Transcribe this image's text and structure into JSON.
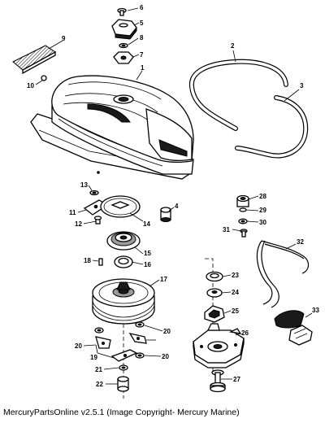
{
  "footer": {
    "text": "MercuryPartsOnline v2.5.1 (Image Copyright- Mercury Marine)"
  },
  "callouts": [
    {
      "id": "c6",
      "text": "6"
    },
    {
      "id": "c5",
      "text": "5"
    },
    {
      "id": "c8",
      "text": "8"
    },
    {
      "id": "c7",
      "text": "7"
    },
    {
      "id": "c9",
      "text": "9"
    },
    {
      "id": "c10",
      "text": "10"
    },
    {
      "id": "c1",
      "text": "1"
    },
    {
      "id": "c2",
      "text": "2"
    },
    {
      "id": "c3",
      "text": "3"
    },
    {
      "id": "c13",
      "text": "13"
    },
    {
      "id": "c11",
      "text": "11"
    },
    {
      "id": "c12",
      "text": "12"
    },
    {
      "id": "c14",
      "text": "14"
    },
    {
      "id": "c4",
      "text": "4"
    },
    {
      "id": "c15",
      "text": "15"
    },
    {
      "id": "c18",
      "text": "18"
    },
    {
      "id": "c16",
      "text": "16"
    },
    {
      "id": "c17",
      "text": "17"
    },
    {
      "id": "c20a",
      "text": "20"
    },
    {
      "id": "c20b",
      "text": "20"
    },
    {
      "id": "c19",
      "text": "19"
    },
    {
      "id": "c20c",
      "text": "20"
    },
    {
      "id": "c21",
      "text": "21"
    },
    {
      "id": "c22",
      "text": "22"
    },
    {
      "id": "c28",
      "text": "28"
    },
    {
      "id": "c29",
      "text": "29"
    },
    {
      "id": "c30",
      "text": "30"
    },
    {
      "id": "c31",
      "text": "31"
    },
    {
      "id": "c32",
      "text": "32"
    },
    {
      "id": "c23",
      "text": "23"
    },
    {
      "id": "c24",
      "text": "24"
    },
    {
      "id": "c25",
      "text": "25"
    },
    {
      "id": "c33",
      "text": "33"
    },
    {
      "id": "c26",
      "text": "26"
    },
    {
      "id": "c27",
      "text": "27"
    }
  ]
}
